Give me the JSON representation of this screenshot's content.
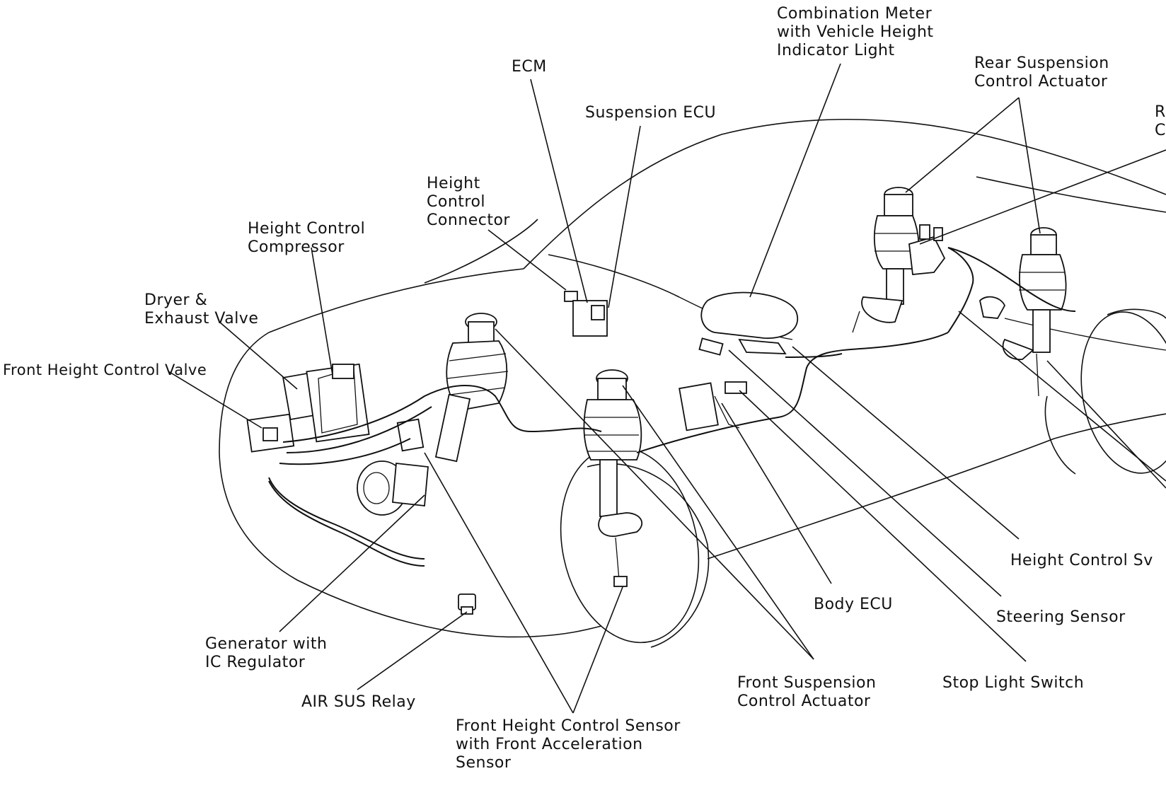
{
  "labels": {
    "combination_meter": [
      "Combination Meter",
      "with Vehicle Height",
      "Indicator Light"
    ],
    "ecm": [
      "ECM"
    ],
    "rear_actuator": [
      "Rear Suspension",
      "Control Actuator"
    ],
    "rear_partial": [
      "R",
      "C"
    ],
    "suspension_ecu": [
      "Suspension ECU"
    ],
    "height_connector": [
      "Height",
      "Control",
      "Connector"
    ],
    "compressor": [
      "Height Control",
      "Compressor"
    ],
    "dryer": [
      "Dryer &",
      "Exhaust Valve"
    ],
    "front_valve": [
      "Front Height Control Valve"
    ],
    "height_switch": [
      "Height Control Sv"
    ],
    "body_ecu": [
      "Body ECU"
    ],
    "steering_sensor": [
      "Steering Sensor"
    ],
    "generator": [
      "Generator with",
      "IC Regulator"
    ],
    "front_actuator": [
      "Front Suspension",
      "Control Actuator"
    ],
    "stop_light": [
      "Stop Light Switch"
    ],
    "relay": [
      "AIR SUS Relay"
    ],
    "front_sensor": [
      "Front Height Control Sensor",
      "with Front Acceleration",
      "Sensor"
    ]
  },
  "colors": {
    "ink": "#111111",
    "paper": "#ffffff"
  }
}
